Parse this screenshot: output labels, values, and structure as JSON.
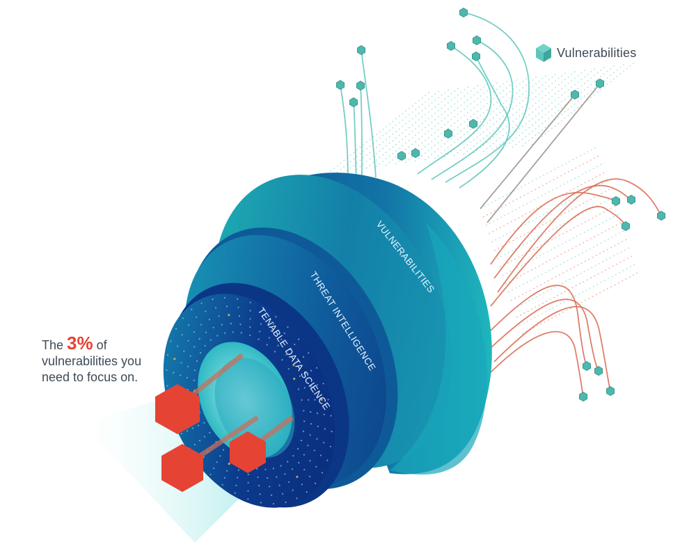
{
  "legend": {
    "label": "Vulnerabilities",
    "icon": "teal-hexagon-icon"
  },
  "callout": {
    "prefix": "The",
    "percent": "3%",
    "suffix": " of",
    "line2": "vulnerabilities you",
    "line3": "need to focus on."
  },
  "rings": [
    {
      "label": "VULNERABILITIES"
    },
    {
      "label": "THREAT INTELLIGENCE"
    },
    {
      "label": "TENABLE DATA SCIENCE"
    }
  ],
  "colors": {
    "teal": "#1fb5b8",
    "teal_light": "#5cc6bb",
    "navy": "#0b2f7a",
    "red": "#e54434",
    "red_line": "#d9674f",
    "text": "#3d4a56"
  }
}
